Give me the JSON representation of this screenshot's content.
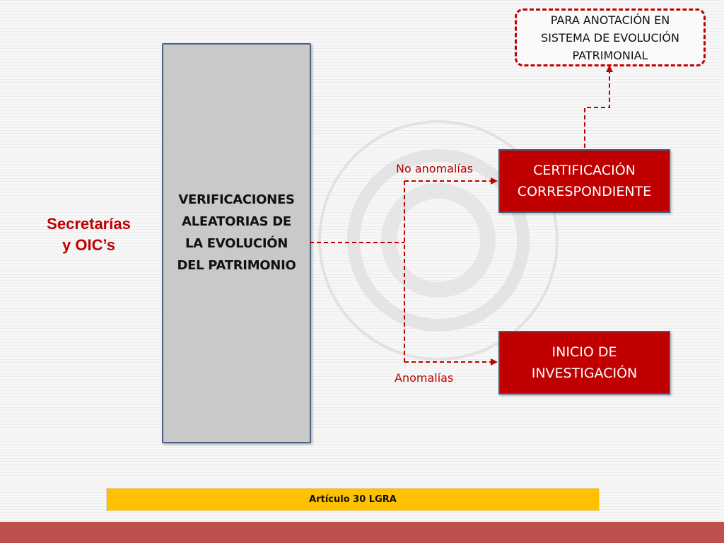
{
  "actor_label": "Secretarías\ny OIC’s",
  "main_process": "VERIFICACIONES\nALEATORIAS DE\nLA EVOLUCIÓN\nDEL PATRIMONIO",
  "branches": {
    "no_anomalies_label": "No anomalías",
    "anomalies_label": "Anomalías"
  },
  "outcomes": {
    "certification": "CERTIFICACIÓN\nCORRESPONDIENTE",
    "investigation": "INICIO DE\nINVESTIGACIÓN"
  },
  "note": "PARA ANOTACIÓN EN\nSISTEMA DE EVOLUCIÓN\nPATRIMONIAL",
  "footer": "Artículo 30 LGRA",
  "colors": {
    "accent_red": "#c00000",
    "process_gray": "#c9c9c9",
    "footer_yellow": "#ffc000",
    "stripe_red": "#c0504d"
  }
}
